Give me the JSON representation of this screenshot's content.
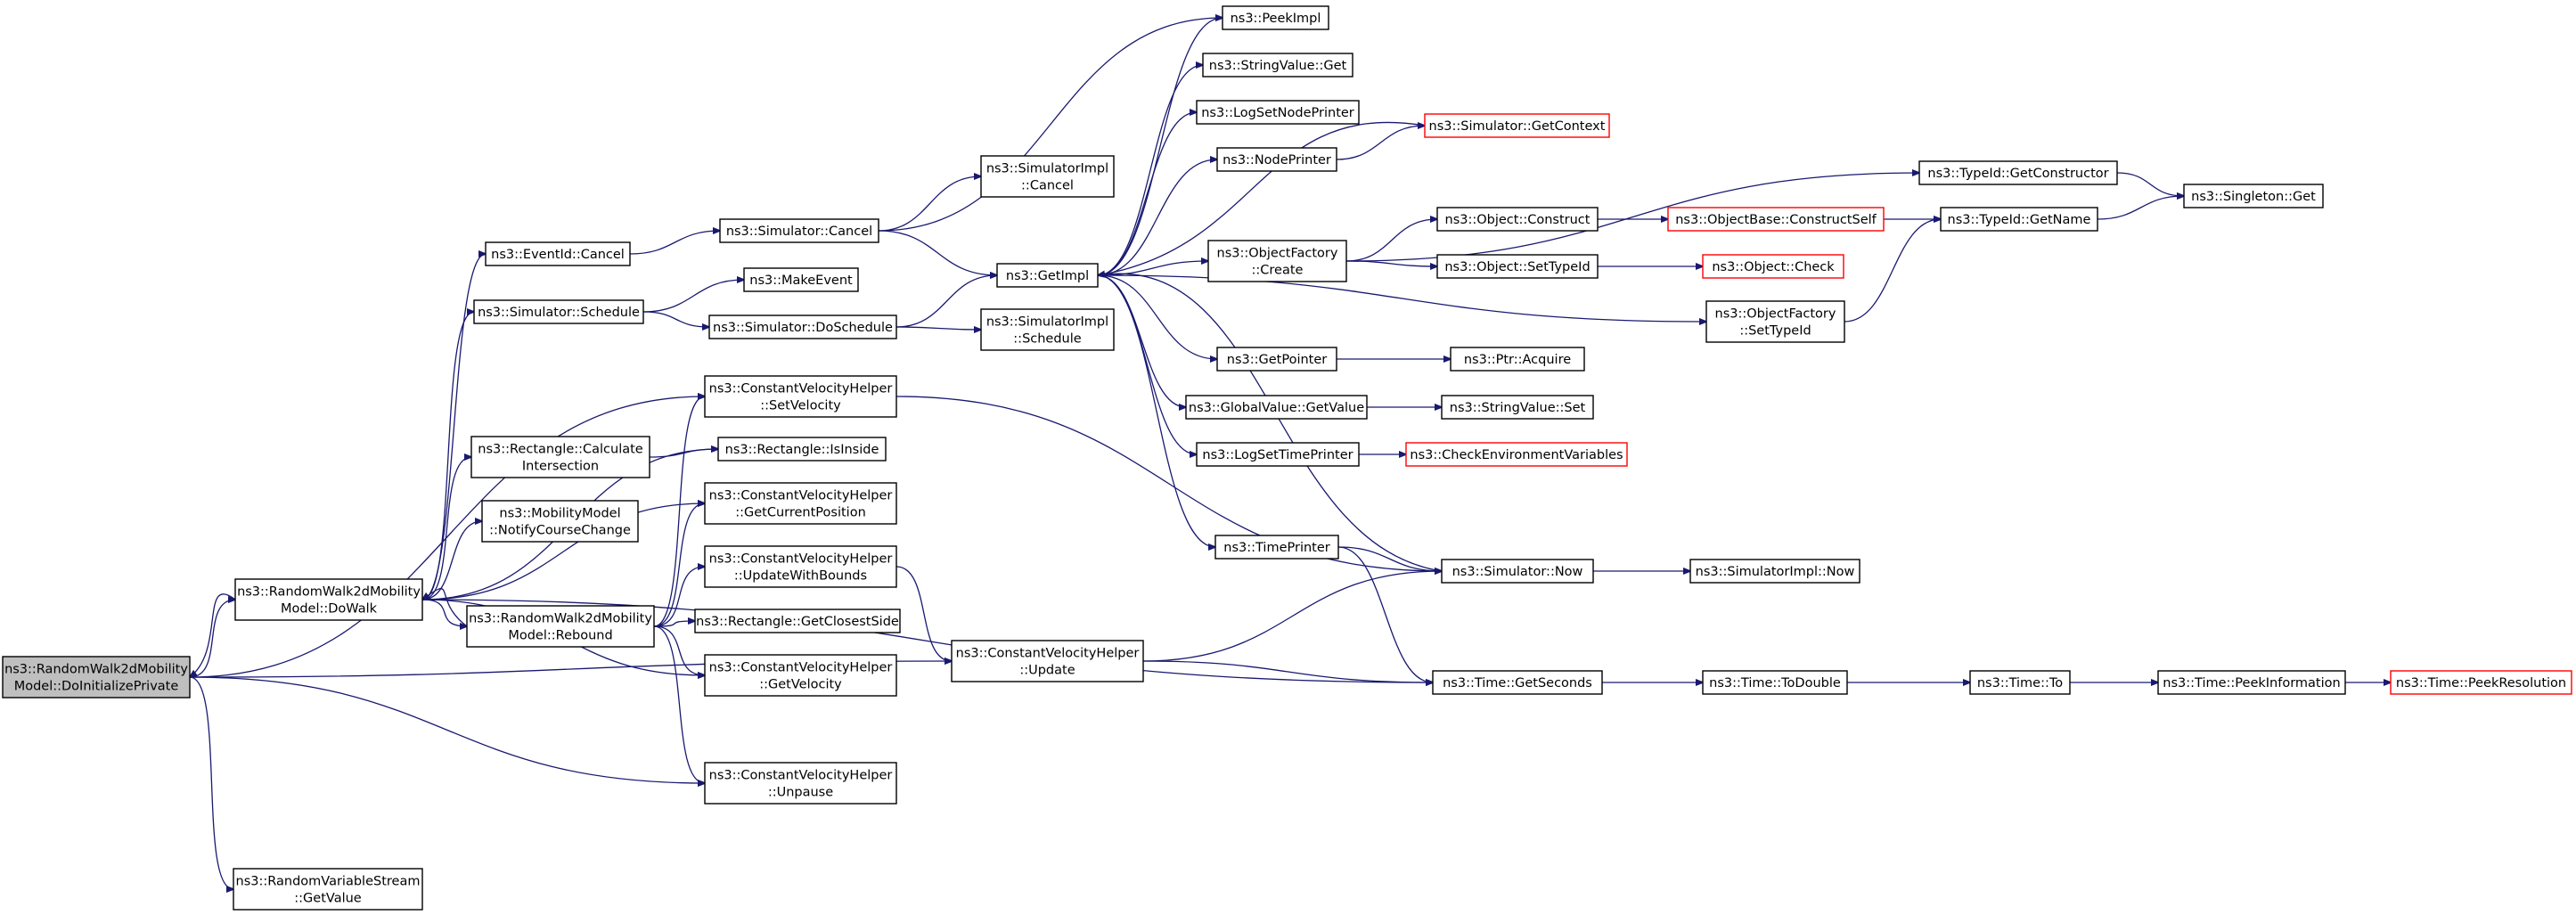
{
  "diagram": {
    "colors": {
      "edge": "#191970",
      "border": "#000000",
      "incomplete_border": "#ff0000",
      "root_fill": "#bfbfbf",
      "node_fill": "#ffffff"
    },
    "nodes": [
      {
        "id": "root",
        "lines": [
          "ns3::RandomWalk2dMobility",
          "Model::DoInitializePrivate"
        ],
        "style": "root"
      },
      {
        "id": "dowalk",
        "lines": [
          "ns3::RandomWalk2dMobility",
          "Model::DoWalk"
        ],
        "style": "normal"
      },
      {
        "id": "rvs_get",
        "lines": [
          "ns3::RandomVariableStream",
          "::GetValue"
        ],
        "style": "normal"
      },
      {
        "id": "eventid_cancel",
        "lines": [
          "ns3::EventId::Cancel"
        ],
        "style": "normal"
      },
      {
        "id": "sim_schedule",
        "lines": [
          "ns3::Simulator::Schedule"
        ],
        "style": "normal"
      },
      {
        "id": "rect_calc",
        "lines": [
          "ns3::Rectangle::Calculate",
          "Intersection"
        ],
        "style": "normal"
      },
      {
        "id": "mm_notify",
        "lines": [
          "ns3::MobilityModel",
          "::NotifyCourseChange"
        ],
        "style": "normal"
      },
      {
        "id": "rebound",
        "lines": [
          "ns3::RandomWalk2dMobility",
          "Model::Rebound"
        ],
        "style": "normal"
      },
      {
        "id": "sim_cancel",
        "lines": [
          "ns3::Simulator::Cancel"
        ],
        "style": "normal"
      },
      {
        "id": "make_event",
        "lines": [
          "ns3::MakeEvent"
        ],
        "style": "normal"
      },
      {
        "id": "sim_doschedule",
        "lines": [
          "ns3::Simulator::DoSchedule"
        ],
        "style": "normal"
      },
      {
        "id": "cvh_setvel",
        "lines": [
          "ns3::ConstantVelocityHelper",
          "::SetVelocity"
        ],
        "style": "normal"
      },
      {
        "id": "rect_isinside",
        "lines": [
          "ns3::Rectangle::IsInside"
        ],
        "style": "normal"
      },
      {
        "id": "cvh_getpos",
        "lines": [
          "ns3::ConstantVelocityHelper",
          "::GetCurrentPosition"
        ],
        "style": "normal"
      },
      {
        "id": "cvh_updbounds",
        "lines": [
          "ns3::ConstantVelocityHelper",
          "::UpdateWithBounds"
        ],
        "style": "normal"
      },
      {
        "id": "rect_closest",
        "lines": [
          "ns3::Rectangle::GetClosestSide"
        ],
        "style": "normal"
      },
      {
        "id": "cvh_getvel",
        "lines": [
          "ns3::ConstantVelocityHelper",
          "::GetVelocity"
        ],
        "style": "normal"
      },
      {
        "id": "cvh_unpause",
        "lines": [
          "ns3::ConstantVelocityHelper",
          "::Unpause"
        ],
        "style": "normal"
      },
      {
        "id": "simimpl_cancel",
        "lines": [
          "ns3::SimulatorImpl",
          "::Cancel"
        ],
        "style": "normal"
      },
      {
        "id": "getimpl",
        "lines": [
          "ns3::GetImpl"
        ],
        "style": "normal"
      },
      {
        "id": "simimpl_schedule",
        "lines": [
          "ns3::SimulatorImpl",
          "::Schedule"
        ],
        "style": "normal"
      },
      {
        "id": "cvh_update",
        "lines": [
          "ns3::ConstantVelocityHelper",
          "::Update"
        ],
        "style": "normal"
      },
      {
        "id": "peekimpl",
        "lines": [
          "ns3::PeekImpl"
        ],
        "style": "normal"
      },
      {
        "id": "strval_get",
        "lines": [
          "ns3::StringValue::Get"
        ],
        "style": "normal"
      },
      {
        "id": "logsetnode",
        "lines": [
          "ns3::LogSetNodePrinter"
        ],
        "style": "normal"
      },
      {
        "id": "nodeprinter",
        "lines": [
          "ns3::NodePrinter"
        ],
        "style": "normal"
      },
      {
        "id": "objfact_create",
        "lines": [
          "ns3::ObjectFactory",
          "::Create"
        ],
        "style": "normal"
      },
      {
        "id": "getpointer",
        "lines": [
          "ns3::GetPointer"
        ],
        "style": "normal"
      },
      {
        "id": "gv_getvalue",
        "lines": [
          "ns3::GlobalValue::GetValue"
        ],
        "style": "normal"
      },
      {
        "id": "logsettime",
        "lines": [
          "ns3::LogSetTimePrinter"
        ],
        "style": "normal"
      },
      {
        "id": "timeprinter",
        "lines": [
          "ns3::TimePrinter"
        ],
        "style": "normal"
      },
      {
        "id": "sim_getcontext",
        "lines": [
          "ns3::Simulator::GetContext"
        ],
        "style": "incomplete"
      },
      {
        "id": "obj_construct",
        "lines": [
          "ns3::Object::Construct"
        ],
        "style": "normal"
      },
      {
        "id": "obj_settypeid",
        "lines": [
          "ns3::Object::SetTypeId"
        ],
        "style": "normal"
      },
      {
        "id": "ptr_acquire",
        "lines": [
          "ns3::Ptr::Acquire"
        ],
        "style": "normal"
      },
      {
        "id": "strval_set",
        "lines": [
          "ns3::StringValue::Set"
        ],
        "style": "normal"
      },
      {
        "id": "check_env",
        "lines": [
          "ns3::CheckEnvironmentVariables"
        ],
        "style": "incomplete"
      },
      {
        "id": "sim_now",
        "lines": [
          "ns3::Simulator::Now"
        ],
        "style": "normal"
      },
      {
        "id": "time_getsec",
        "lines": [
          "ns3::Time::GetSeconds"
        ],
        "style": "normal"
      },
      {
        "id": "objbase_construct",
        "lines": [
          "ns3::ObjectBase::ConstructSelf"
        ],
        "style": "incomplete"
      },
      {
        "id": "obj_check",
        "lines": [
          "ns3::Object::Check"
        ],
        "style": "incomplete"
      },
      {
        "id": "objfact_settypeid",
        "lines": [
          "ns3::ObjectFactory",
          "::SetTypeId"
        ],
        "style": "normal"
      },
      {
        "id": "simimpl_now",
        "lines": [
          "ns3::SimulatorImpl::Now"
        ],
        "style": "normal"
      },
      {
        "id": "time_todouble",
        "lines": [
          "ns3::Time::ToDouble"
        ],
        "style": "normal"
      },
      {
        "id": "typeid_getctor",
        "lines": [
          "ns3::TypeId::GetConstructor"
        ],
        "style": "normal"
      },
      {
        "id": "typeid_getname",
        "lines": [
          "ns3::TypeId::GetName"
        ],
        "style": "normal"
      },
      {
        "id": "singleton_get",
        "lines": [
          "ns3::Singleton::Get"
        ],
        "style": "normal"
      },
      {
        "id": "time_to",
        "lines": [
          "ns3::Time::To"
        ],
        "style": "normal"
      },
      {
        "id": "time_peekinfo",
        "lines": [
          "ns3::Time::PeekInformation"
        ],
        "style": "normal"
      },
      {
        "id": "time_peekres",
        "lines": [
          "ns3::Time::PeekResolution"
        ],
        "style": "incomplete"
      }
    ],
    "edges": [
      [
        "root",
        "dowalk"
      ],
      [
        "root",
        "rvs_get"
      ],
      [
        "root",
        "cvh_setvel"
      ],
      [
        "root",
        "cvh_unpause"
      ],
      [
        "root",
        "cvh_update"
      ],
      [
        "dowalk",
        "root"
      ],
      [
        "dowalk",
        "eventid_cancel"
      ],
      [
        "dowalk",
        "sim_schedule"
      ],
      [
        "dowalk",
        "rect_calc"
      ],
      [
        "dowalk",
        "mm_notify"
      ],
      [
        "dowalk",
        "rebound"
      ],
      [
        "dowalk",
        "rect_isinside"
      ],
      [
        "dowalk",
        "cvh_getpos"
      ],
      [
        "dowalk",
        "cvh_getvel"
      ],
      [
        "dowalk",
        "time_getsec"
      ],
      [
        "rebound",
        "dowalk"
      ],
      [
        "rebound",
        "cvh_setvel"
      ],
      [
        "rebound",
        "cvh_getpos"
      ],
      [
        "rebound",
        "cvh_updbounds"
      ],
      [
        "rebound",
        "rect_closest"
      ],
      [
        "rebound",
        "cvh_getvel"
      ],
      [
        "rebound",
        "cvh_unpause"
      ],
      [
        "eventid_cancel",
        "sim_cancel"
      ],
      [
        "sim_cancel",
        "simimpl_cancel"
      ],
      [
        "sim_cancel",
        "getimpl"
      ],
      [
        "sim_cancel",
        "peekimpl"
      ],
      [
        "sim_schedule",
        "make_event"
      ],
      [
        "sim_schedule",
        "sim_doschedule"
      ],
      [
        "sim_doschedule",
        "getimpl"
      ],
      [
        "sim_doschedule",
        "simimpl_schedule"
      ],
      [
        "rect_calc",
        "rect_isinside"
      ],
      [
        "cvh_setvel",
        "sim_now"
      ],
      [
        "cvh_updbounds",
        "cvh_update"
      ],
      [
        "cvh_update",
        "sim_now"
      ],
      [
        "cvh_update",
        "time_getsec"
      ],
      [
        "getimpl",
        "peekimpl"
      ],
      [
        "getimpl",
        "strval_get"
      ],
      [
        "getimpl",
        "logsetnode"
      ],
      [
        "getimpl",
        "nodeprinter"
      ],
      [
        "getimpl",
        "objfact_create"
      ],
      [
        "getimpl",
        "getpointer"
      ],
      [
        "getimpl",
        "gv_getvalue"
      ],
      [
        "getimpl",
        "logsettime"
      ],
      [
        "getimpl",
        "timeprinter"
      ],
      [
        "getimpl",
        "objfact_settypeid"
      ],
      [
        "nodeprinter",
        "sim_getcontext"
      ],
      [
        "sim_getcontext",
        "getimpl"
      ],
      [
        "sim_now",
        "getimpl"
      ],
      [
        "objfact_create",
        "obj_construct"
      ],
      [
        "objfact_create",
        "obj_settypeid"
      ],
      [
        "objfact_create",
        "typeid_getctor"
      ],
      [
        "getpointer",
        "ptr_acquire"
      ],
      [
        "gv_getvalue",
        "strval_set"
      ],
      [
        "logsettime",
        "check_env"
      ],
      [
        "timeprinter",
        "sim_now"
      ],
      [
        "timeprinter",
        "time_getsec"
      ],
      [
        "obj_construct",
        "objbase_construct"
      ],
      [
        "obj_settypeid",
        "obj_check"
      ],
      [
        "objbase_construct",
        "typeid_getname"
      ],
      [
        "objfact_settypeid",
        "typeid_getname"
      ],
      [
        "typeid_getctor",
        "singleton_get"
      ],
      [
        "typeid_getname",
        "singleton_get"
      ],
      [
        "sim_now",
        "simimpl_now"
      ],
      [
        "time_getsec",
        "time_todouble"
      ],
      [
        "time_todouble",
        "time_to"
      ],
      [
        "time_to",
        "time_peekinfo"
      ],
      [
        "time_peekinfo",
        "time_peekres"
      ]
    ]
  }
}
